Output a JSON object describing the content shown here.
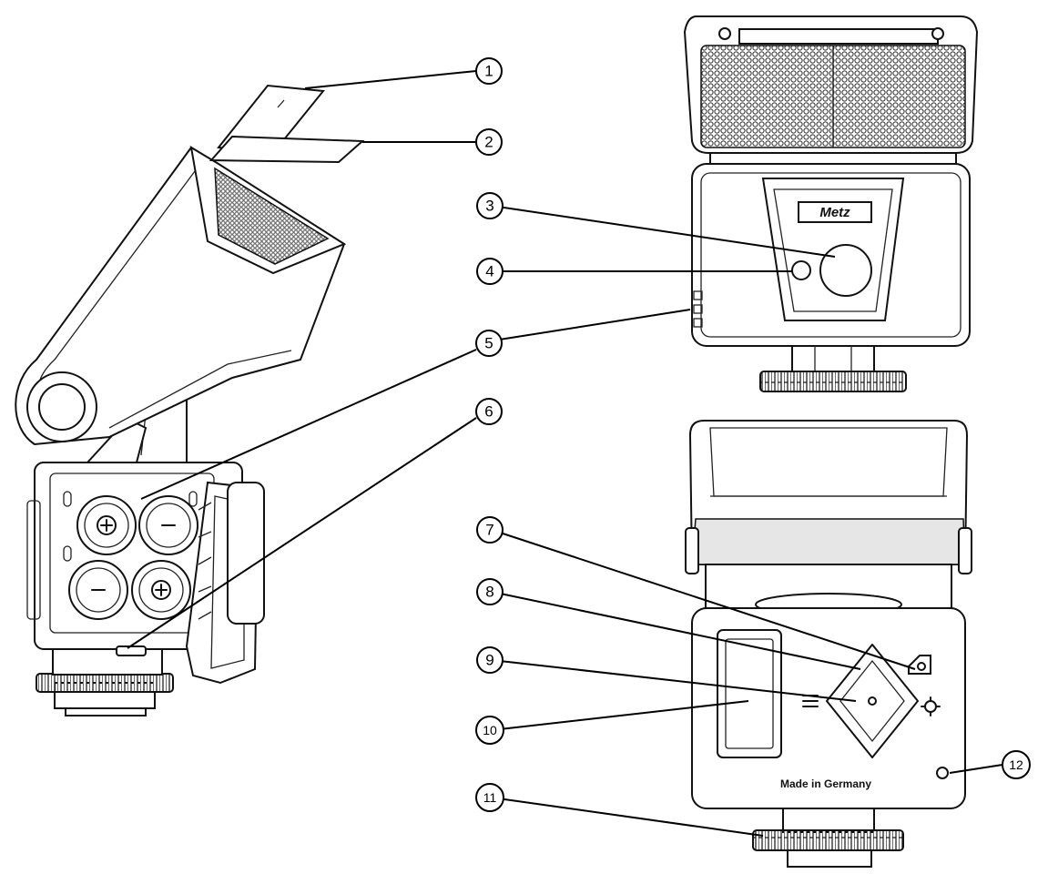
{
  "callouts": [
    "1",
    "2",
    "3",
    "4",
    "5",
    "6",
    "7",
    "8",
    "9",
    "10",
    "11",
    "12"
  ],
  "labels": {
    "brand_logo": "Metz",
    "made_in": "Made in Germany"
  }
}
